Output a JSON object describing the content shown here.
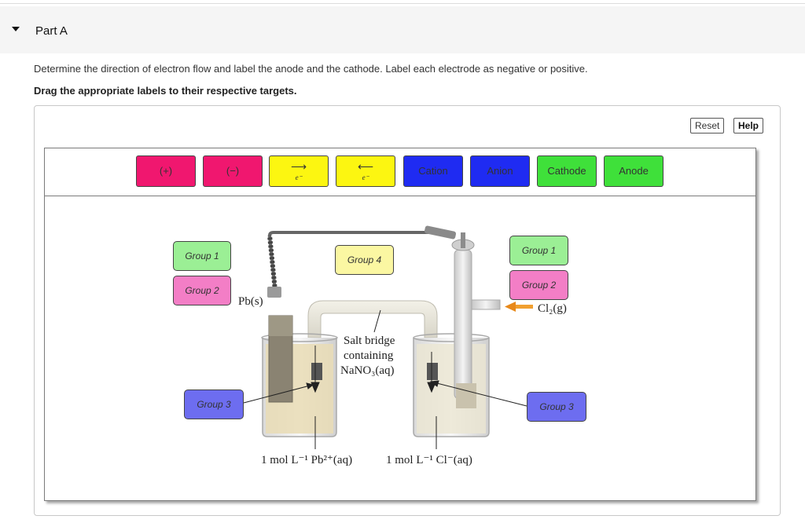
{
  "part": {
    "title": "Part A"
  },
  "instruction": "Determine the direction of electron flow and label the anode and the cathode. Label each electrode as negative or positive.",
  "drag_instruction": "Drag the appropriate labels to their respective targets.",
  "toolbar": {
    "reset_label": "Reset",
    "help_label": "Help"
  },
  "labels": {
    "plus": "(+)",
    "minus": "(−)",
    "right_arrow": "⟶",
    "left_arrow": "⟵",
    "electron": "e⁻",
    "cation": "Cation",
    "anion": "Anion",
    "cathode": "Cathode",
    "anode": "Anode"
  },
  "label_colors": {
    "plus": "#f0176f",
    "minus": "#f0176f",
    "right_arrow": "#fcf611",
    "left_arrow": "#fcf611",
    "cation": "#1f2bf2",
    "anion": "#1f2bf2",
    "cathode": "#3fe03a",
    "anode": "#3fe03a"
  },
  "targets": {
    "left_group1": "Group 1",
    "left_group2": "Group 2",
    "left_group3": "Group 3",
    "group4": "Group 4",
    "right_group1": "Group 1",
    "right_group2": "Group 2",
    "right_group3": "Group 3"
  },
  "diagram": {
    "pb_label": "Pb(s)",
    "cl2_label": "Cl₂(g)",
    "salt_bridge_line1": "Salt bridge",
    "salt_bridge_line2": "containing",
    "salt_bridge_line3": "NaNO₃(aq)",
    "left_solution": "1 mol L⁻¹ Pb²⁺(aq)",
    "right_solution": "1 mol L⁻¹ Cl⁻(aq)"
  }
}
